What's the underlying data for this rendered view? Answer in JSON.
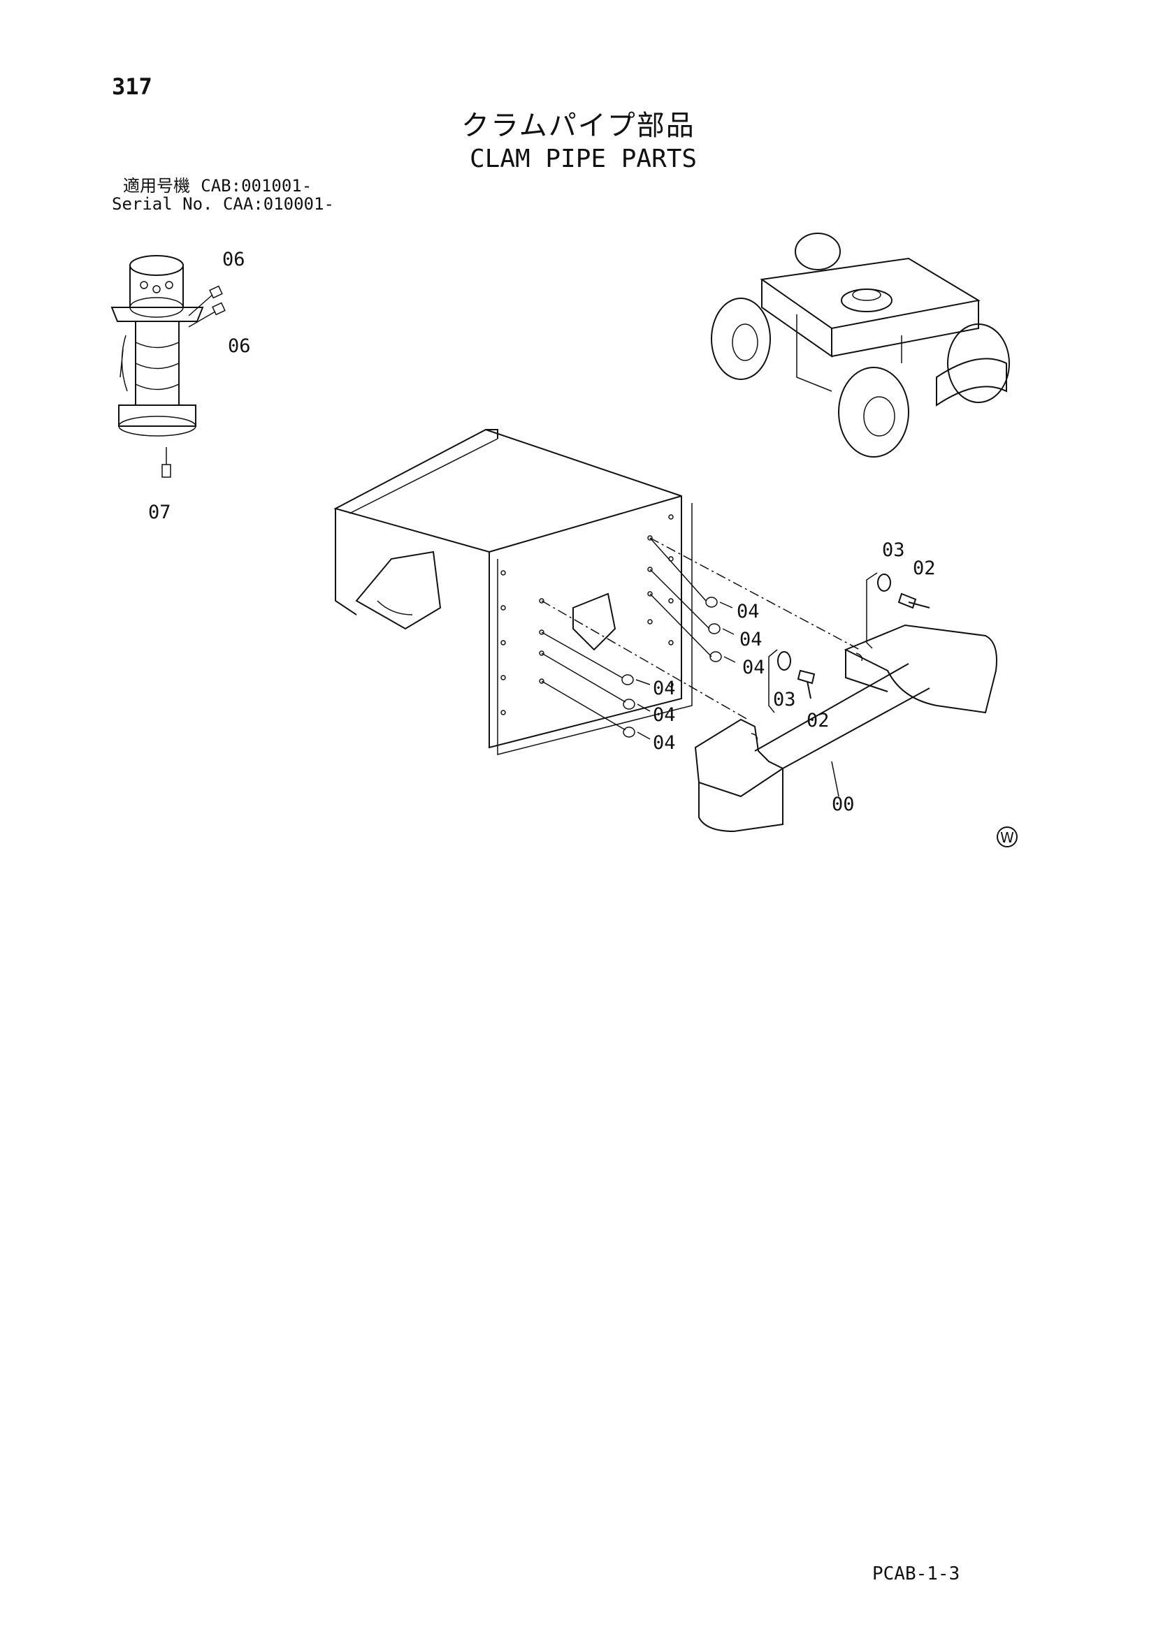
{
  "header": {
    "page_number": "317",
    "title_jp": "クラムパイプ部品",
    "title_en": "CLAM PIPE PARTS",
    "serial_label_jp": "適用号機",
    "serial_value_1": "CAB:001001-",
    "serial_label_en": "Serial No.",
    "serial_value_2": "CAA:010001-"
  },
  "callouts": {
    "c00": "00",
    "c02a": "02",
    "c02b": "02",
    "c03a": "03",
    "c03b": "03",
    "c04a": "04",
    "c04b": "04",
    "c04c": "04",
    "c04d": "04",
    "c04e": "04",
    "c04f": "04",
    "c06a": "06",
    "c06b": "06",
    "c07": "07"
  },
  "symbol": "W",
  "footer": {
    "page_code": "PCAB-1-3"
  }
}
